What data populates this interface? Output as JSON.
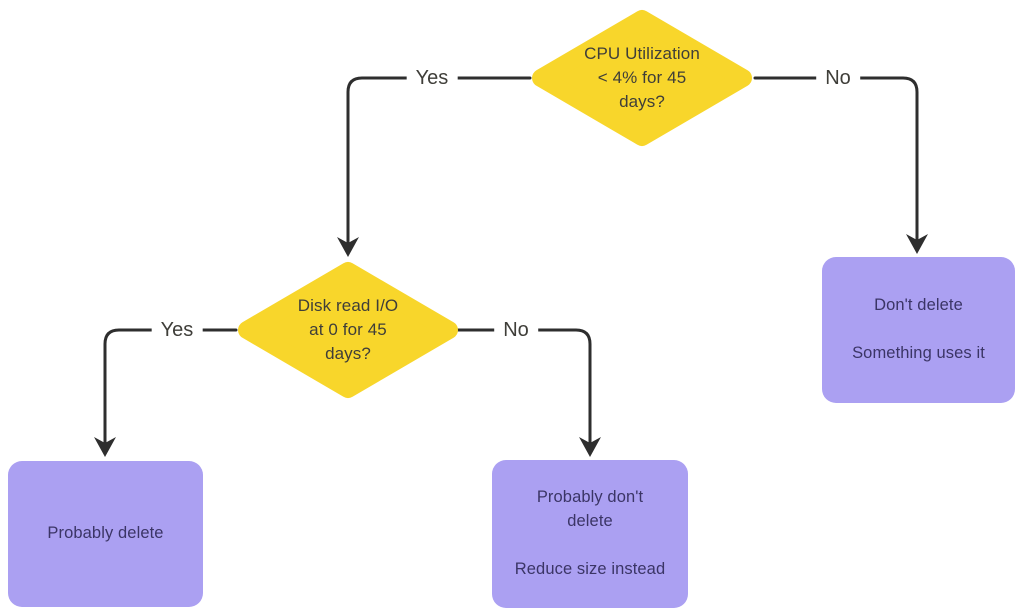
{
  "diagram": {
    "type": "flowchart",
    "nodes": {
      "decision_cpu": {
        "shape": "diamond",
        "text": "CPU Utilization\n< 4% for 45\ndays?"
      },
      "decision_disk": {
        "shape": "diamond",
        "text": "Disk read I/O\nat 0 for 45\ndays?"
      },
      "dont_delete": {
        "shape": "rounded-rect",
        "text": "Don't delete\n\nSomething uses it"
      },
      "probably_delete": {
        "shape": "rounded-rect",
        "text": "Probably delete"
      },
      "probably_dont_delete": {
        "shape": "rounded-rect",
        "text": "Probably don't\ndelete\n\nReduce size instead"
      }
    },
    "edges": [
      {
        "from": "decision_cpu",
        "to": "decision_disk",
        "label": "Yes"
      },
      {
        "from": "decision_cpu",
        "to": "dont_delete",
        "label": "No"
      },
      {
        "from": "decision_disk",
        "to": "probably_delete",
        "label": "Yes"
      },
      {
        "from": "decision_disk",
        "to": "probably_dont_delete",
        "label": "No"
      }
    ]
  },
  "colors": {
    "bg": "#ffffff",
    "yellow": "#f8d62b",
    "purple": "#aba0f2",
    "line": "#2e2e2e",
    "ink": "#3f3e39",
    "ink-box": "#3b3566"
  }
}
